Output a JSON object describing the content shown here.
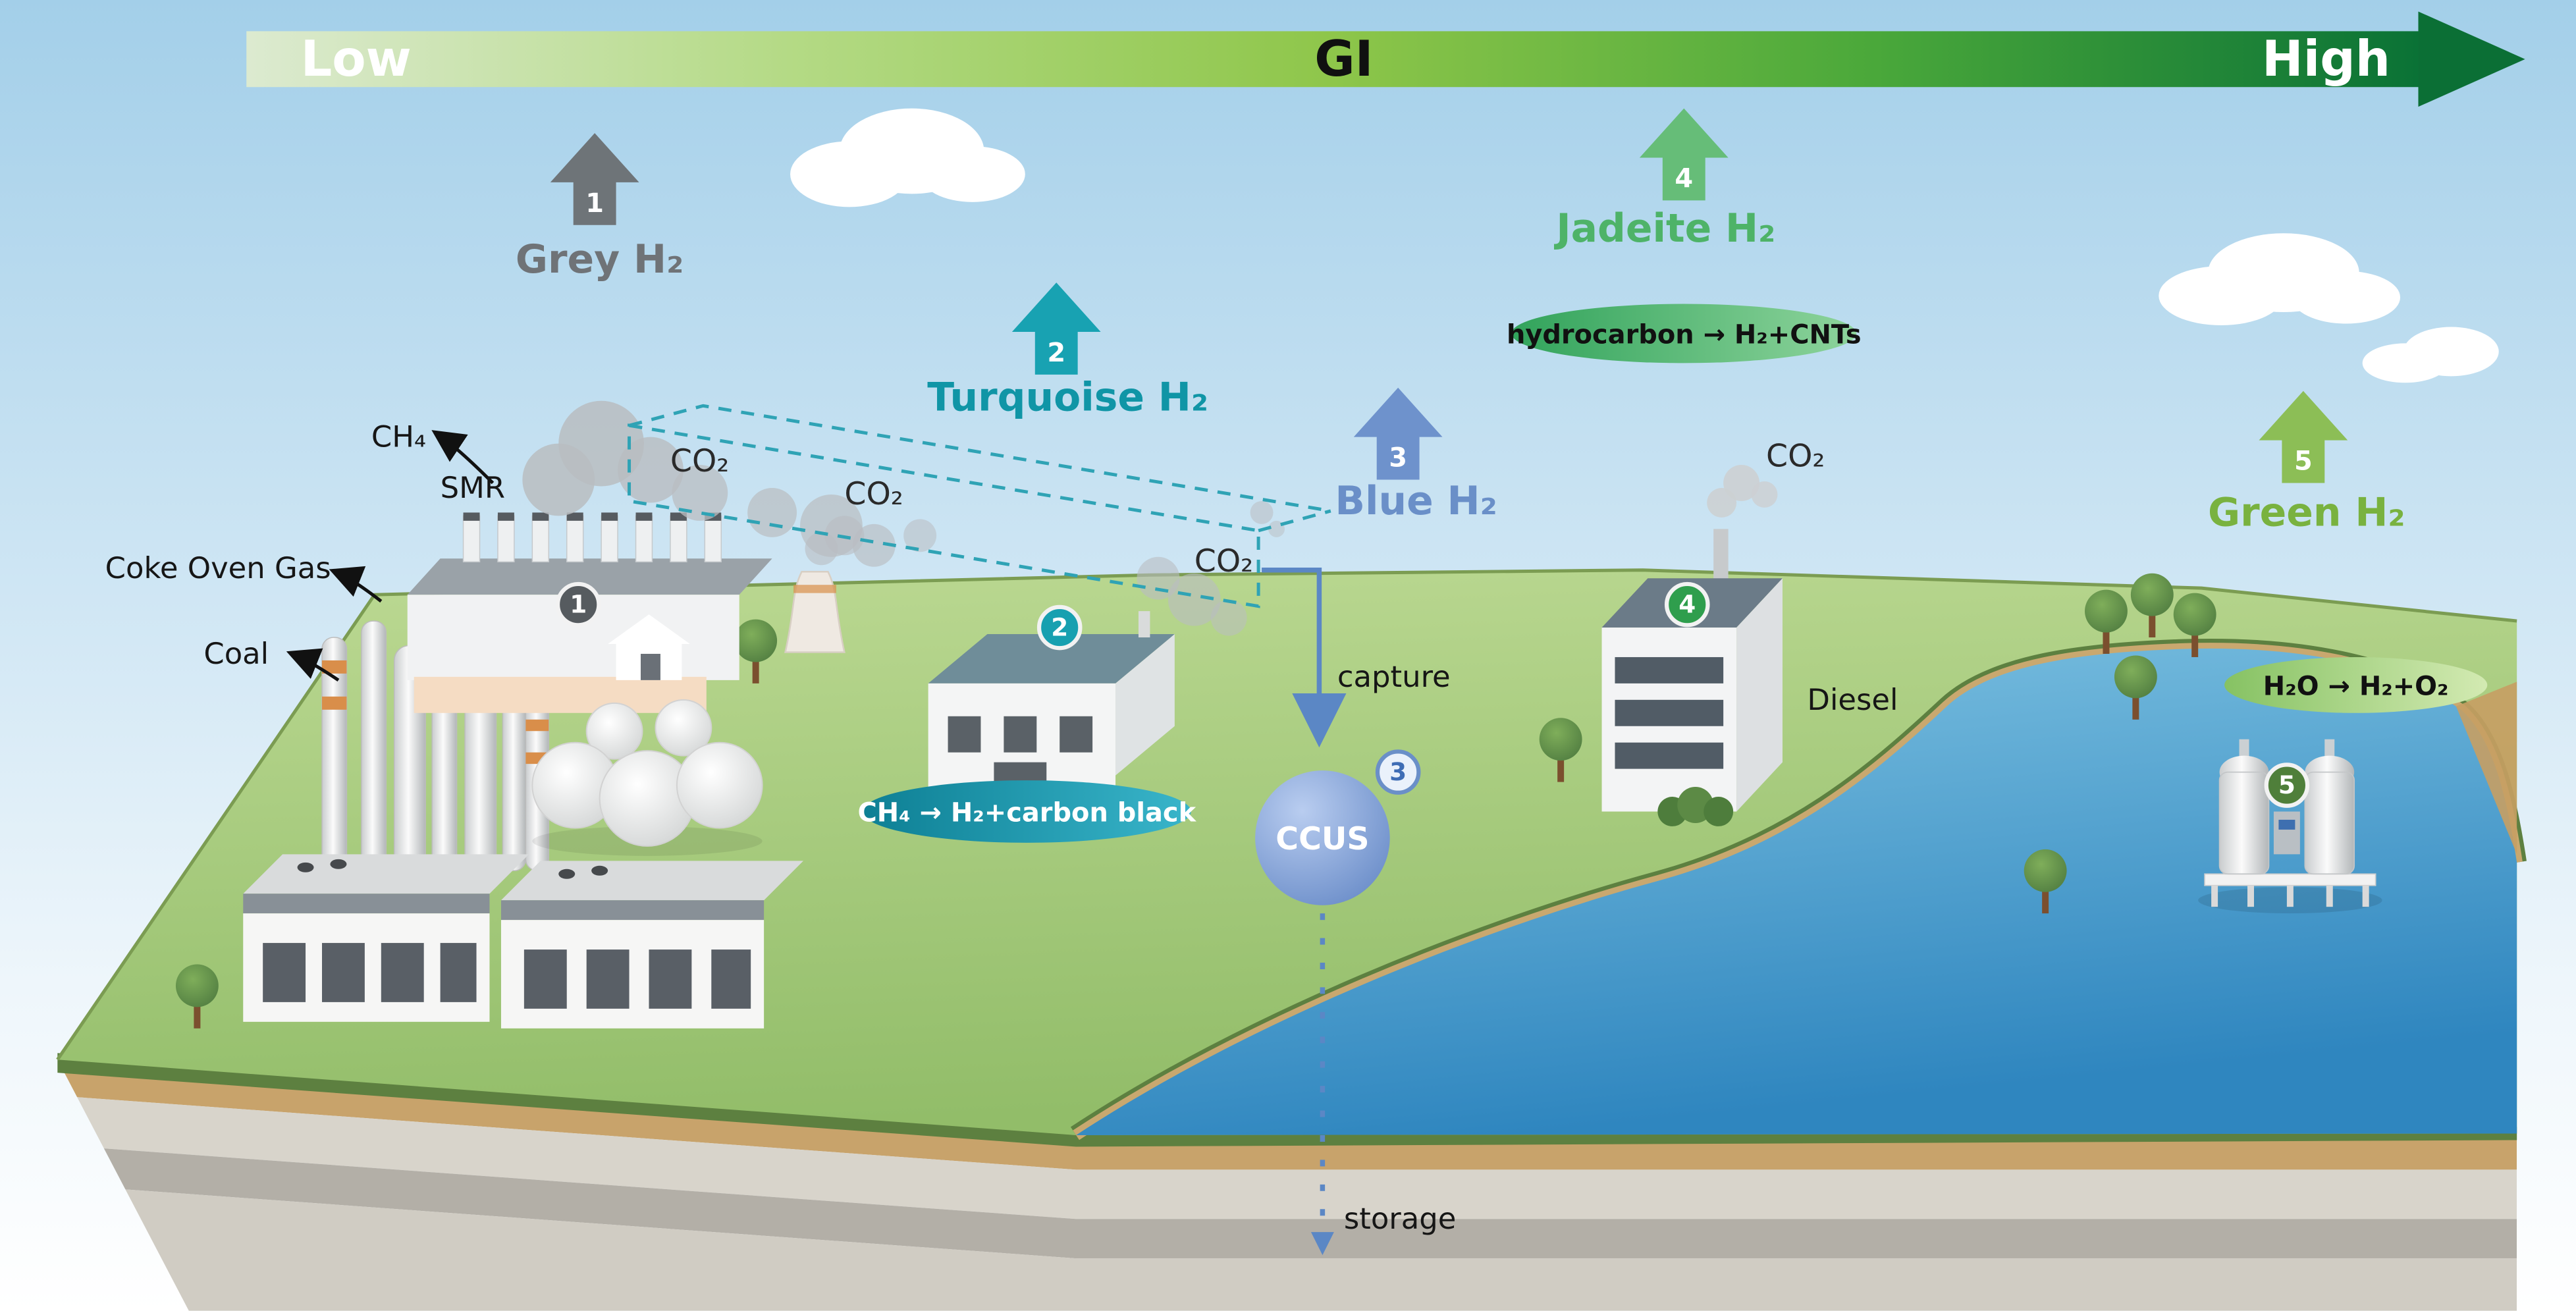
{
  "figure": {
    "gradient_bar": {
      "low": "Low",
      "axis": "GI",
      "high": "High"
    },
    "pathways": [
      {
        "number": "1",
        "name": "Grey H₂",
        "color": "#6f7377"
      },
      {
        "number": "2",
        "name": "Turquoise H₂",
        "color": "#1095a6"
      },
      {
        "number": "3",
        "name": "Blue H₂",
        "color": "#6a8fc8"
      },
      {
        "number": "4",
        "name": "Jadeite H₂",
        "color": "#4eb368"
      },
      {
        "number": "5",
        "name": "Green H₂",
        "color": "#79b23f"
      }
    ],
    "reactions": {
      "turquoise": "CH₄ → H₂+carbon black",
      "jadeite": "hydrocarbon → H₂+CNTs",
      "green": "H₂O → H₂+O₂"
    },
    "feedstocks": {
      "methane": "CH₄",
      "smr": "SMR",
      "coke_oven_gas": "Coke Oven Gas",
      "coal": "Coal"
    },
    "emissions": {
      "co2": "CO₂"
    },
    "ccus": {
      "label": "CCUS",
      "capture": "capture",
      "storage": "storage"
    },
    "diesel": "Diesel"
  }
}
